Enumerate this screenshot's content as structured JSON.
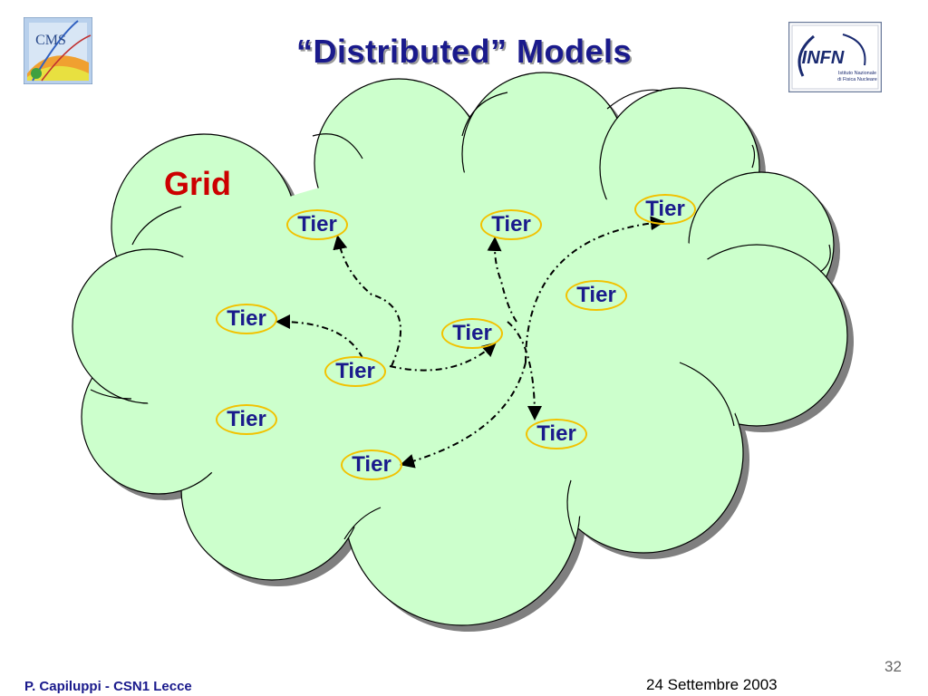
{
  "title": "“Distributed” Models",
  "grid_label": "Grid",
  "tiers": [
    "Tier",
    "Tier",
    "Tier",
    "Tier",
    "Tier",
    "Tier",
    "Tier",
    "Tier",
    "Tier",
    "Tier"
  ],
  "footer": {
    "author": "P. Capiluppi - CSN1 Lecce",
    "date": "24 Settembre 2003",
    "page": "32"
  },
  "logos": {
    "left": "CMS",
    "right": "INFN",
    "right_sub1": "Istituto Nazionale",
    "right_sub2": "di Fisica Nucleare"
  },
  "colors": {
    "cloud_fill": "#ccffcc",
    "cloud_shadow": "#7f7f7f",
    "title": "#1a1a8c",
    "grid_label": "#cc0000",
    "tier_ellipse": "#f2c200"
  }
}
